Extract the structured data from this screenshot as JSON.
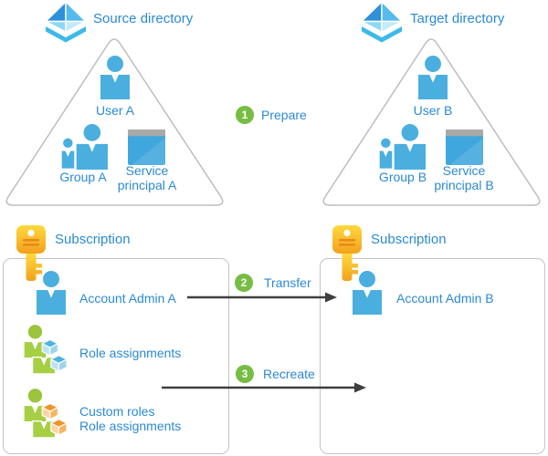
{
  "source": {
    "title": "Source directory",
    "user": "User A",
    "group": "Group A",
    "service_principal": "Service\nprincipal A"
  },
  "target": {
    "title": "Target directory",
    "user": "User B",
    "group": "Group B",
    "service_principal": "Service\nprincipal B"
  },
  "steps": [
    {
      "num": "1",
      "label": "Prepare"
    },
    {
      "num": "2",
      "label": "Transfer"
    },
    {
      "num": "3",
      "label": "Recreate"
    }
  ],
  "subscription_a": {
    "title": "Subscription",
    "admin": "Account Admin A",
    "role_assignments": "Role assignments",
    "custom_roles": "Custom roles\nRole assignments"
  },
  "subscription_b": {
    "title": "Subscription",
    "admin": "Account Admin B"
  },
  "icon_names": [
    "azure-ad-icon",
    "user-icon",
    "group-icon",
    "service-principal-icon",
    "key-icon",
    "role-assignment-icon"
  ],
  "colors": {
    "text_blue": "#2b8ad3",
    "badge_green": "#77bd43",
    "person_blue": "#4aafdf",
    "person_green": "#a6cf44",
    "cube_blue": "#4fb3df",
    "cube_orange": "#f09428",
    "key_yellow": "#ffd93e",
    "key_orange": "#f2a11c",
    "outline_gray": "#c4c4c4",
    "arrow_dark": "#3f3f3f"
  }
}
